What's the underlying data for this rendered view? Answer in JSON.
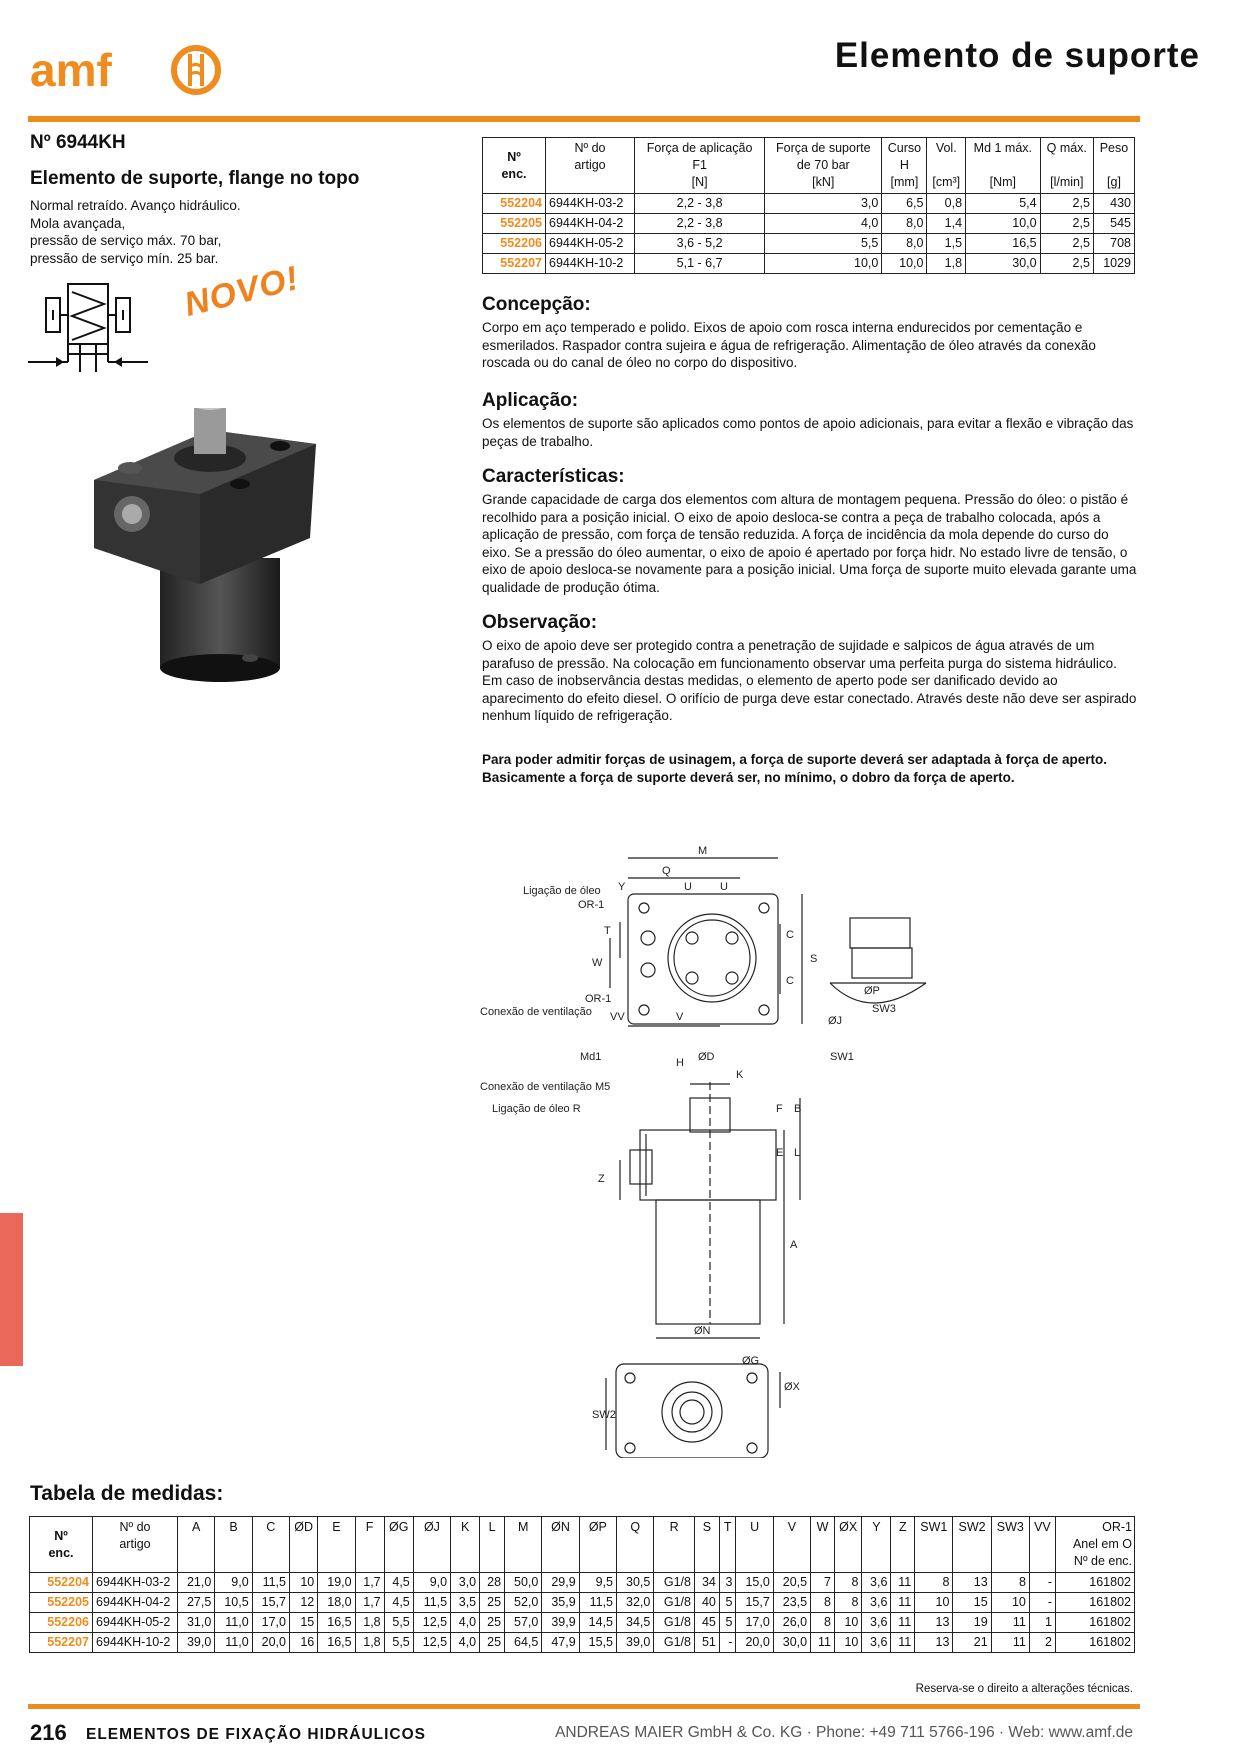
{
  "header": {
    "logo_text": "amf",
    "title": "Elemento de suporte",
    "accent_color": "#f08c1e"
  },
  "product": {
    "number": "Nº 6944KH",
    "name": "Elemento de suporte, flange no topo",
    "description": [
      "Normal retraído. Avanço hidráulico.",
      "Mola avançada,",
      "pressão de serviço máx. 70 bar,",
      "pressão de serviço mín. 25 bar."
    ],
    "badge": "NOVO!"
  },
  "spec_table": {
    "headers": [
      [
        "Nº",
        "enc."
      ],
      [
        "Nº do",
        "artigo"
      ],
      [
        "Força de aplicação",
        "F1",
        "[N]"
      ],
      [
        "Força de suporte",
        "de 70 bar",
        "[kN]"
      ],
      [
        "Curso",
        "H",
        "[mm]"
      ],
      [
        "Vol.",
        "",
        "[cm³]"
      ],
      [
        "Md 1 máx.",
        "",
        "[Nm]"
      ],
      [
        "Q máx.",
        "",
        "[l/min]"
      ],
      [
        "Peso",
        "",
        "[g]"
      ]
    ],
    "rows": [
      [
        "552204",
        "6944KH-03-2",
        "2,2 - 3,8",
        "3,0",
        "6,5",
        "0,8",
        "5,4",
        "2,5",
        "430"
      ],
      [
        "552205",
        "6944KH-04-2",
        "2,2 - 3,8",
        "4,0",
        "8,0",
        "1,4",
        "10,0",
        "2,5",
        "545"
      ],
      [
        "552206",
        "6944KH-05-2",
        "3,6 - 5,2",
        "5,5",
        "8,0",
        "1,5",
        "16,5",
        "2,5",
        "708"
      ],
      [
        "552207",
        "6944KH-10-2",
        "5,1 - 6,7",
        "10,0",
        "10,0",
        "1,8",
        "30,0",
        "2,5",
        "1029"
      ]
    ]
  },
  "sections": {
    "concepcao": {
      "title": "Concepção:",
      "text": "Corpo em aço temperado e polido. Eixos de apoio com rosca interna endurecidos por cementação e esmerilados. Raspador contra sujeira e água de refrigeração. Alimentação de óleo através da conexão roscada ou do canal de óleo no corpo do dispositivo."
    },
    "aplicacao": {
      "title": "Aplicação:",
      "text": "Os elementos de suporte são aplicados como pontos de apoio adicionais, para evitar a flexão e vibração das peças de trabalho."
    },
    "caracteristicas": {
      "title": "Características:",
      "text": "Grande capacidade de carga dos elementos com altura de montagem pequena. Pressão do óleo: o pistão é recolhido para a posição inicial. O eixo de apoio desloca-se contra a peça de trabalho colocada, após a aplicação de pressão, com força de tensão reduzida. A força de incidência da mola depende do curso do eixo. Se a pressão do óleo aumentar, o eixo de apoio  é apertado por força hidr. No estado livre de tensão, o eixo de apoio desloca-se novamente para a posição inicial. Uma força de suporte muito elevada garante uma qualidade de produção ótima."
    },
    "observacao": {
      "title": "Observação:",
      "text": "O eixo de apoio deve ser protegido contra a penetração de sujidade e salpicos de água através de um parafuso de pressão. Na colocação em funcionamento observar uma perfeita purga do sistema hidráulico. Em caso de inobservância destas medidas, o elemento de aperto pode ser danificado devido ao aparecimento do efeito diesel. O orifício de purga deve estar conectado. Através deste não deve ser aspirado nenhum líquido de refrigeração."
    },
    "note": "Para poder admitir forças de usinagem, a força de suporte deverá ser adaptada à força de aperto. Basicamente a força de suporte deverá ser, no mínimo, o dobro da força de aperto."
  },
  "drawing_labels": {
    "oil_connection": "Ligação de óleo",
    "or1": "OR-1",
    "vent_connection": "Conexão de ventilação",
    "md1": "Md1",
    "vent_m5": "Conexão de ventilação M5",
    "oil_r": "Ligação de óleo R",
    "M": "M",
    "Q": "Q",
    "Y": "Y",
    "U": "U",
    "T": "T",
    "C": "C",
    "S": "S",
    "W": "W",
    "VV": "VV",
    "V": "V",
    "H": "H",
    "D": "ØD",
    "K": "K",
    "F": "F",
    "B": "B",
    "E": "E",
    "L": "L",
    "Z": "Z",
    "A": "A",
    "N": "ØN",
    "P": "ØP",
    "J": "ØJ",
    "SW3": "SW3",
    "SW1": "SW1",
    "G": "ØG",
    "X": "ØX",
    "SW2": "SW2"
  },
  "dims_table": {
    "title": "Tabela de medidas:",
    "headers": [
      "Nº do artigo",
      "A",
      "B",
      "C",
      "ØD",
      "E",
      "F",
      "ØG",
      "ØJ",
      "K",
      "L",
      "M",
      "ØN",
      "ØP",
      "Q",
      "R",
      "S",
      "T",
      "U",
      "V",
      "W",
      "ØX",
      "Y",
      "Z",
      "SW1",
      "SW2",
      "SW3",
      "VV"
    ],
    "first_header": [
      "Nº",
      "enc."
    ],
    "article_header": [
      "Nº do",
      "artigo"
    ],
    "last_header": [
      "OR-1",
      "Anel em O",
      "Nº de enc."
    ],
    "rows": [
      [
        "552204",
        "6944KH-03-2",
        "21,0",
        "9,0",
        "11,5",
        "10",
        "19,0",
        "1,7",
        "4,5",
        "9,0",
        "3,0",
        "28",
        "50,0",
        "29,9",
        "9,5",
        "30,5",
        "G1/8",
        "34",
        "3",
        "15,0",
        "20,5",
        "7",
        "8",
        "3,6",
        "11",
        "8",
        "13",
        "8",
        "-",
        "161802"
      ],
      [
        "552205",
        "6944KH-04-2",
        "27,5",
        "10,5",
        "15,7",
        "12",
        "18,0",
        "1,7",
        "4,5",
        "11,5",
        "3,5",
        "25",
        "52,0",
        "35,9",
        "11,5",
        "32,0",
        "G1/8",
        "40",
        "5",
        "15,7",
        "23,5",
        "8",
        "8",
        "3,6",
        "11",
        "10",
        "15",
        "10",
        "-",
        "161802"
      ],
      [
        "552206",
        "6944KH-05-2",
        "31,0",
        "11,0",
        "17,0",
        "15",
        "16,5",
        "1,8",
        "5,5",
        "12,5",
        "4,0",
        "25",
        "57,0",
        "39,9",
        "14,5",
        "34,5",
        "G1/8",
        "45",
        "5",
        "17,0",
        "26,0",
        "8",
        "10",
        "3,6",
        "11",
        "13",
        "19",
        "11",
        "1",
        "161802"
      ],
      [
        "552207",
        "6944KH-10-2",
        "39,0",
        "11,0",
        "20,0",
        "16",
        "16,5",
        "1,8",
        "5,5",
        "12,5",
        "4,0",
        "25",
        "64,5",
        "47,9",
        "15,5",
        "39,0",
        "G1/8",
        "51",
        "-",
        "20,0",
        "30,0",
        "11",
        "10",
        "3,6",
        "11",
        "13",
        "21",
        "11",
        "2",
        "161802"
      ]
    ]
  },
  "footer": {
    "reserve": "Reserva-se o direito a alterações técnicas.",
    "page": "216",
    "section": "ELEMENTOS DE FIXAÇÃO HIDRÁULICOS",
    "company": "ANDREAS MAIER GmbH & Co. KG · Phone: +49 711 5766-196 · Web: www.amf.de"
  }
}
